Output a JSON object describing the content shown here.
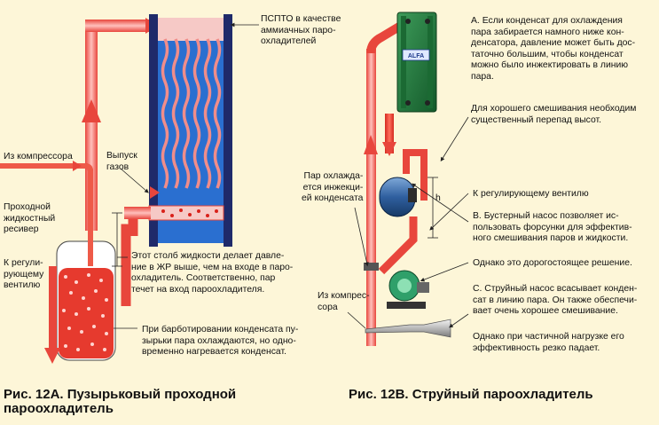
{
  "left": {
    "label_hx": "ПСПТО в качестве\nаммиачных паро-\nохладителей",
    "label_from_compressor": "Из компрессора",
    "label_receiver": "Проходной\nжидкостный\nресивер",
    "label_to_valve": "К регули-\nрующему\nвентилю",
    "label_gas_outlet": "Выпуск\nгазов",
    "note_column": "Этот столб жидкости делает давле-\nние в ЖР выше, чем на входе в паро-\nохладитель. Соответственно, пар\nтечет на вход пароохладителя.",
    "note_bubbling": "При барботировании конденсата пу-\nзырьки пара охлаждаются, но одно-\nвременно нагревается конденсат.",
    "caption": "Рис. 12А. Пузырьковый проходной\nпароохладитель"
  },
  "right": {
    "note_a": "А. Если конденсат для охлаждения\nпара забирается намного ниже кон-\nденсатора, давление может быть дос-\nтаточно большим, чтобы конденсат\nможно было инжектировать в линию\nпара.",
    "note_mixing": "Для хорошего смешивания необходим\nсущественный перепад высот.",
    "label_injected": "Пар охлажда-\nется инжекци-\nей конденсата",
    "label_h": "h",
    "label_to_valve": "К регулирующему вентилю",
    "note_b": "В. Бустерный насос позволяет ис-\nпользовать форсунки для эффектив-\nного смешивания паров и жидкости.",
    "note_expensive": "Однако это дорогостоящее решение.",
    "label_from_compressor": "Из компрес-\nсора",
    "note_c": "С. Струйный насос всасывает конден-\nсат в линию пара. Он также обеспечи-\nвает очень хорошее смешивание.",
    "note_partial": "Однако при частичной нагрузке его\nэффективность резко падает.",
    "caption": "Рис. 12В. Струйный пароохладитель",
    "plate_logo": "ALFA"
  }
}
